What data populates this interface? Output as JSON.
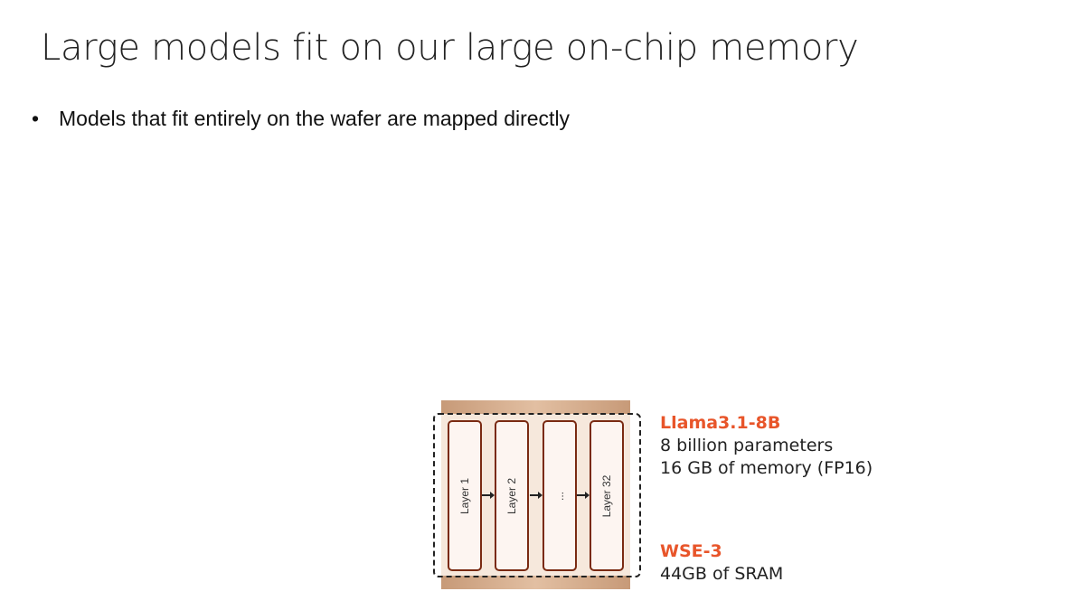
{
  "title": "Large models fit on our large on-chip memory",
  "bullets": [
    "Models that fit entirely on the wafer are mapped directly"
  ],
  "diagram": {
    "layers": [
      "Layer 1",
      "Layer 2",
      "...",
      "Layer 32"
    ],
    "model": {
      "name": "Llama3.1-8B",
      "params": "8 billion parameters",
      "memory": "16 GB of memory (FP16)"
    },
    "chip": {
      "name": "WSE-3",
      "memory": "44GB of SRAM"
    },
    "accent": "#e8552a"
  }
}
